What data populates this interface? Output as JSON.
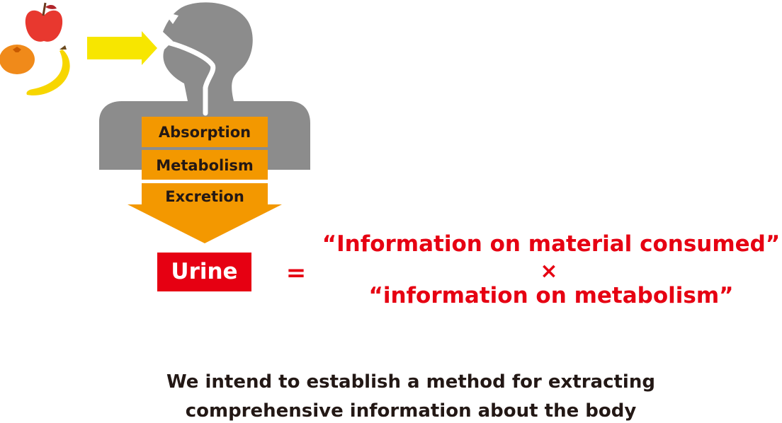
{
  "stages": {
    "absorption": "Absorption",
    "metabolism": "Metabolism",
    "excretion": "Excretion"
  },
  "urine_label": "Urine",
  "equation": {
    "equals": "=",
    "line1": "“Information on material consumed”",
    "times": "×",
    "line2": "“information on metabolism”"
  },
  "summary": {
    "line1": "We intend to establish a method for extracting",
    "line2": "comprehensive information about the body"
  },
  "colors": {
    "body_gray": "#8c8c8c",
    "stage_orange": "#f39800",
    "accent_red": "#e60012",
    "arrow_yellow": "#f7e600",
    "text_dark": "#231815"
  },
  "icons": [
    "apple-icon",
    "orange-icon",
    "banana-icon",
    "intake-arrow-icon",
    "human-silhouette-icon"
  ]
}
